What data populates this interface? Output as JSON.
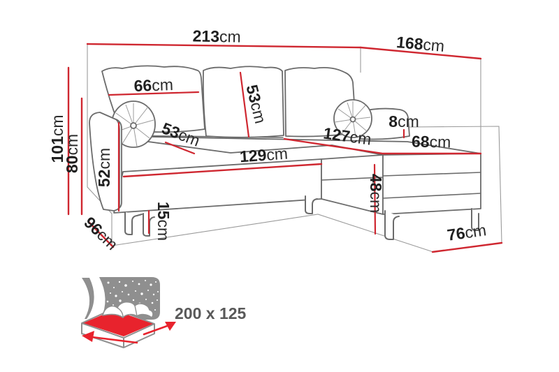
{
  "page": {
    "background": "#ffffff"
  },
  "colors": {
    "dimension_red": "#cf2730",
    "outline_gray": "#6b6b6b",
    "helper_gray": "#9a9a9a",
    "label_text": "#1f1f1f",
    "icon_gray": "#8f8f8f",
    "icon_red": "#e8232d",
    "icon_text": "#595959"
  },
  "measurements": {
    "total_width": {
      "value": "213",
      "unit": "cm"
    },
    "total_depth_right": {
      "value": "168",
      "unit": "cm"
    },
    "back_pillow_width": {
      "value": "66",
      "unit": "cm"
    },
    "back_pillow_height": {
      "value": "53",
      "unit": "cm"
    },
    "seat_depth": {
      "value": "53",
      "unit": "cm"
    },
    "total_height": {
      "value": "101",
      "unit": "cm"
    },
    "backrest_height": {
      "value": "80",
      "unit": "cm"
    },
    "armrest_height": {
      "value": "52",
      "unit": "cm"
    },
    "leg_height": {
      "value": "15",
      "unit": "cm"
    },
    "side_depth": {
      "value": "96",
      "unit": "cm"
    },
    "seat_width": {
      "value": "129",
      "unit": "cm"
    },
    "chaise_length": {
      "value": "127",
      "unit": "cm"
    },
    "chaise_width": {
      "value": "68",
      "unit": "cm"
    },
    "seat_height": {
      "value": "48",
      "unit": "cm"
    },
    "cushion_thickness": {
      "value": "8",
      "unit": "cm"
    },
    "chaise_side_depth": {
      "value": "76",
      "unit": "cm"
    }
  },
  "sleeping_function": {
    "dimensions_label": "200 x 125"
  }
}
